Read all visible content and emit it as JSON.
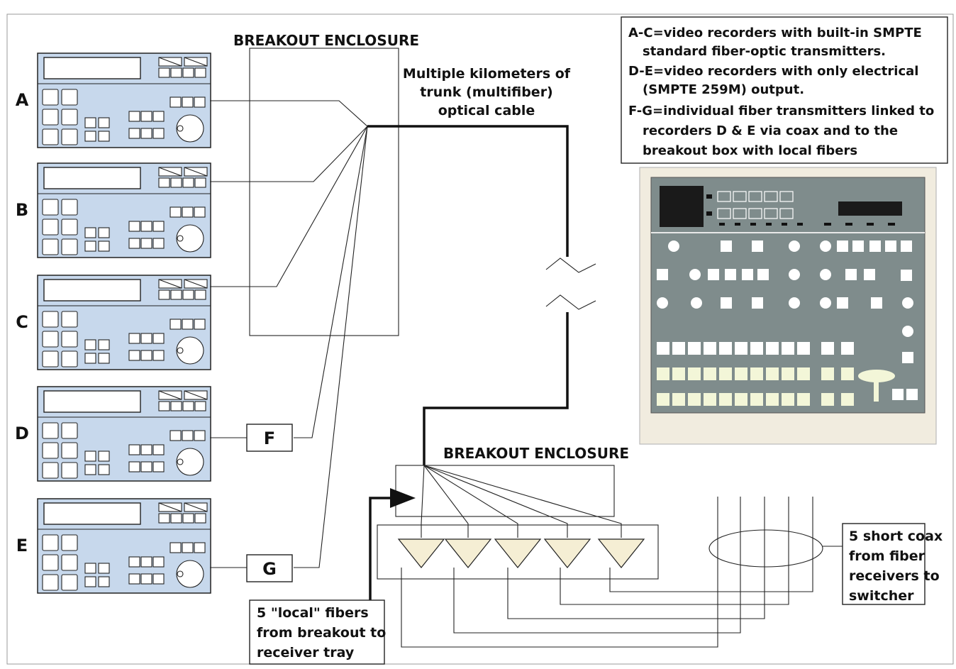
{
  "recorders": [
    "A",
    "B",
    "C",
    "D",
    "E"
  ],
  "transmitters": [
    "F",
    "G"
  ],
  "breakout_top_title": "BREAKOUT ENCLOSURE",
  "breakout_bottom_title": "BREAKOUT ENCLOSURE",
  "trunk_label": [
    "Multiple kilometers of",
    "trunk (multifiber)",
    "optical cable"
  ],
  "legend": [
    "A-C=video recorders with built-in SMPTE",
    "standard fiber-optic transmitters.",
    "D-E=video recorders with only electrical",
    "(SMPTE 259M) output.",
    "F-G=individual fiber transmitters linked to",
    "recorders D & E via coax and to the",
    "breakout box with local fibers"
  ],
  "local_fibers_note": [
    "5 \"local\" fibers",
    "from breakout to",
    "receiver tray"
  ],
  "coax_note": [
    "5 short coax",
    "from fiber",
    "receivers to",
    "switcher"
  ],
  "colors": {
    "recorder": "#c7d8ec",
    "switcher": "#7f8c8c",
    "switcher_frame": "#f1ecdf",
    "trunk": "#111111"
  }
}
